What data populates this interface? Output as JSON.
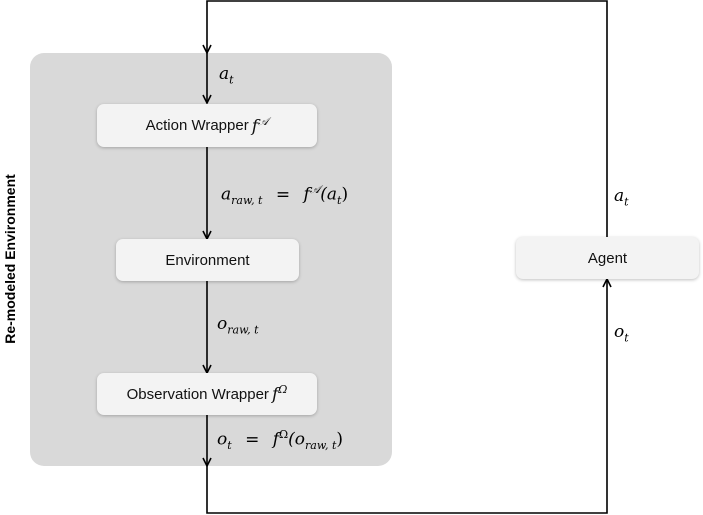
{
  "group": {
    "label": "Re-modeled Environment"
  },
  "nodes": {
    "action_wrapper": {
      "label": "Action Wrapper",
      "fn": "f",
      "sup": "𝒜"
    },
    "environment": {
      "label": "Environment"
    },
    "observation_wrapper": {
      "label": "Observation Wrapper",
      "fn": "f",
      "sup": "Ω"
    },
    "agent": {
      "label": "Agent"
    }
  },
  "edges": {
    "a_t_in": {
      "var": "a",
      "sub": "t"
    },
    "a_raw": {
      "lhs": "a",
      "lhs_sub": "raw, t",
      "eq": "=",
      "fn": "f",
      "sup": "𝒜",
      "arg": "(a",
      "arg_sub": "t",
      "close": ")"
    },
    "o_raw": {
      "var": "o",
      "sub": "raw, t"
    },
    "o_t_out": {
      "lhs": "o",
      "lhs_sub": "t",
      "eq": "=",
      "fn": "f",
      "sup": "Ω",
      "arg": "(o",
      "arg_sub": "raw, t",
      "close": ")"
    },
    "a_t_agent": {
      "var": "a",
      "sub": "t"
    },
    "o_t_agent": {
      "var": "o",
      "sub": "t"
    }
  },
  "colors": {
    "panel": "#d9d9d9",
    "node": "#f3f3f3",
    "line": "#000000"
  }
}
